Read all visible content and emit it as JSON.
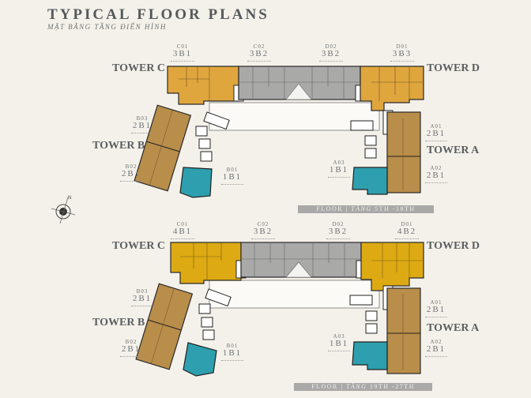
{
  "header": {
    "title": "TYPICAL FLOOR PLANS",
    "subtitle": "MẶT BẰNG TẦNG ĐIỂN HÌNH"
  },
  "colors": {
    "background": "#f4f1ea",
    "tower_c_d_plan1": "#e0a63e",
    "tower_c_d_plan2": "#ddaa14",
    "gray_units": "#a9a9a7",
    "tower_a_b": "#b98d4a",
    "one_bedroom": "#2e9fae",
    "banner": "#a9a9a8"
  },
  "compass": {
    "label": "N"
  },
  "plans": [
    {
      "banner": {
        "prefix": "FLOOR | ",
        "vn": "TẦNG",
        "range": " 5TH -18TH"
      },
      "towers": {
        "c": "TOWER C",
        "d": "TOWER D",
        "b": "TOWER B",
        "a": "TOWER A"
      },
      "units": [
        {
          "code": "C01",
          "type": "3B1"
        },
        {
          "code": "C02",
          "type": "3B2"
        },
        {
          "code": "D02",
          "type": "3B2"
        },
        {
          "code": "D01",
          "type": "3B3"
        },
        {
          "code": "B03",
          "type": "2B1"
        },
        {
          "code": "B02",
          "type": "2B1"
        },
        {
          "code": "B01",
          "type": "1B1"
        },
        {
          "code": "A03",
          "type": "1B1"
        },
        {
          "code": "A01",
          "type": "2B1"
        },
        {
          "code": "A02",
          "type": "2B1"
        }
      ]
    },
    {
      "banner": {
        "prefix": "FLOOR | ",
        "vn": "TẦNG",
        "range": " 19TH -27TH"
      },
      "towers": {
        "c": "TOWER C",
        "d": "TOWER D",
        "b": "TOWER B",
        "a": "TOWER A"
      },
      "units": [
        {
          "code": "C01",
          "type": "4B1"
        },
        {
          "code": "C02",
          "type": "3B2"
        },
        {
          "code": "D02",
          "type": "3B2"
        },
        {
          "code": "D01",
          "type": "4B2"
        },
        {
          "code": "B03",
          "type": "2B1"
        },
        {
          "code": "B02",
          "type": "2B1"
        },
        {
          "code": "B01",
          "type": "1B1"
        },
        {
          "code": "A03",
          "type": "1B1"
        },
        {
          "code": "A01",
          "type": "2B1"
        },
        {
          "code": "A02",
          "type": "2B1"
        }
      ]
    }
  ]
}
